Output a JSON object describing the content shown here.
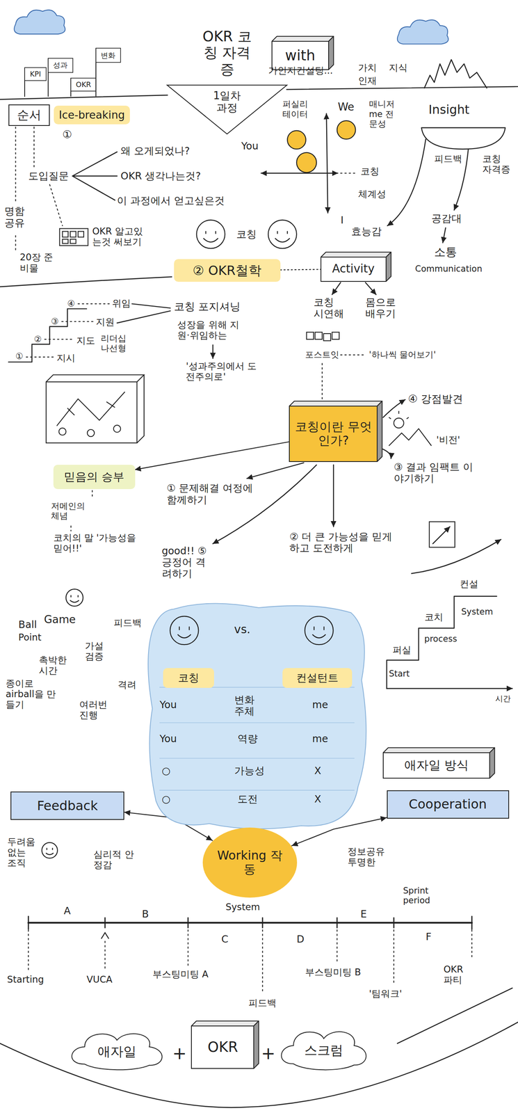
{
  "diagram": {
    "nodes": [
      {
        "text": [
          "OKR 코칭 자격증",
          "1일차 과정"
        ]
      },
      {
        "text": [
          "with"
        ]
      },
      {
        "text": [
          "KPI"
        ]
      },
      {
        "text": [
          "성과"
        ]
      },
      {
        "text": [
          "OKR"
        ]
      },
      {
        "text": [
          "변화"
        ]
      },
      {
        "text": [
          "순서"
        ]
      },
      {
        "text": [
          "Ice-breaking"
        ]
      },
      {
        "text": [
          "② OKR철학"
        ]
      },
      {
        "text": [
          "Activity"
        ]
      },
      {
        "text": [
          "코칭이란 무엇인가?"
        ]
      },
      {
        "text": [
          "믿음의 승부"
        ]
      },
      {
        "text": [
          "vs."
        ]
      },
      {
        "text": [
          "코칭"
        ],
        "in": 12
      },
      {
        "text": [
          "컨설턴트"
        ],
        "in": 12
      },
      {
        "text": [
          "애자일 방식"
        ]
      },
      {
        "text": [
          "Feedback"
        ]
      },
      {
        "text": [
          "Cooperation"
        ]
      },
      {
        "text": [
          "Working 작동"
        ]
      },
      {
        "text": [
          "애자일"
        ]
      },
      {
        "text": [
          "OKR"
        ]
      },
      {
        "text": [
          "스크럼"
        ]
      }
    ],
    "edges": [
      {
        "from": 8,
        "to": 9,
        "arrow": "none"
      },
      {
        "from": 10,
        "to": 11,
        "arrow": "to"
      },
      {
        "from": 16,
        "to": 18,
        "arrow": "both"
      },
      {
        "from": 18,
        "to": 17,
        "arrow": "both"
      }
    ],
    "labels": [
      "가인지컨설팅...",
      "가치",
      "지식",
      "인재",
      "①",
      "도입질문",
      "왜 오게되었나?",
      "OKR 생각나는것?",
      "이 과정에서 얻고싶은것",
      "명함 공유",
      "20장 준비물",
      "OKR 알고있는것 써보기",
      "퍼실리 테이터",
      "You",
      "We",
      "매니저 me 전문성",
      "Insight",
      "피드백",
      "코칭 자격증",
      "코칭",
      "체계성",
      "I",
      "효능감",
      "공감대",
      "소통",
      "Communication",
      "코칭",
      "④",
      "위임",
      "③",
      "지원",
      "②",
      "지도",
      "①",
      "지시",
      "리더십 나선형",
      "코칭 포지셔닝",
      "성장을 위해 지원·위임하는",
      "'성과주의에서 도전주의로'",
      "코칭 시연해",
      "몸으로 배우기",
      "포스트잇",
      "'하나씩 물어보기'",
      "④ 강점발견",
      "'비전'",
      "③ 결과 임팩트 이야기하기",
      "① 문제해결 여정에 함께하기",
      "② 더 큰 가능성을 믿게하고 도전하게",
      "good!! ⑤ 긍정어 격려하기",
      "저메인의 체념",
      "코치의 말 '가능성을 믿어!!'",
      "Ball",
      "Game",
      "Point",
      "피드백",
      "가설 검증",
      "촉박한 시간",
      "종이로 airball을 만들기",
      "격려",
      "여러번 진행",
      "You",
      "변화 주체",
      "me",
      "You",
      "역량",
      "me",
      "○",
      "가능성",
      "X",
      "○",
      "도전",
      "X",
      "컨설",
      "코치",
      "System",
      "퍼실",
      "process",
      "Start",
      "시간",
      "두려움 없는 조직",
      "심리적 안정감",
      "정보공유 투명한",
      "System",
      "A",
      "B",
      "C",
      "D",
      "E",
      "F",
      "Sprint period",
      "Starting",
      "VUCA",
      "부스팅미팅 A",
      "피드백",
      "부스팅미팅 B",
      "'팀워크'",
      "OKR 파티",
      "+",
      "+"
    ]
  }
}
